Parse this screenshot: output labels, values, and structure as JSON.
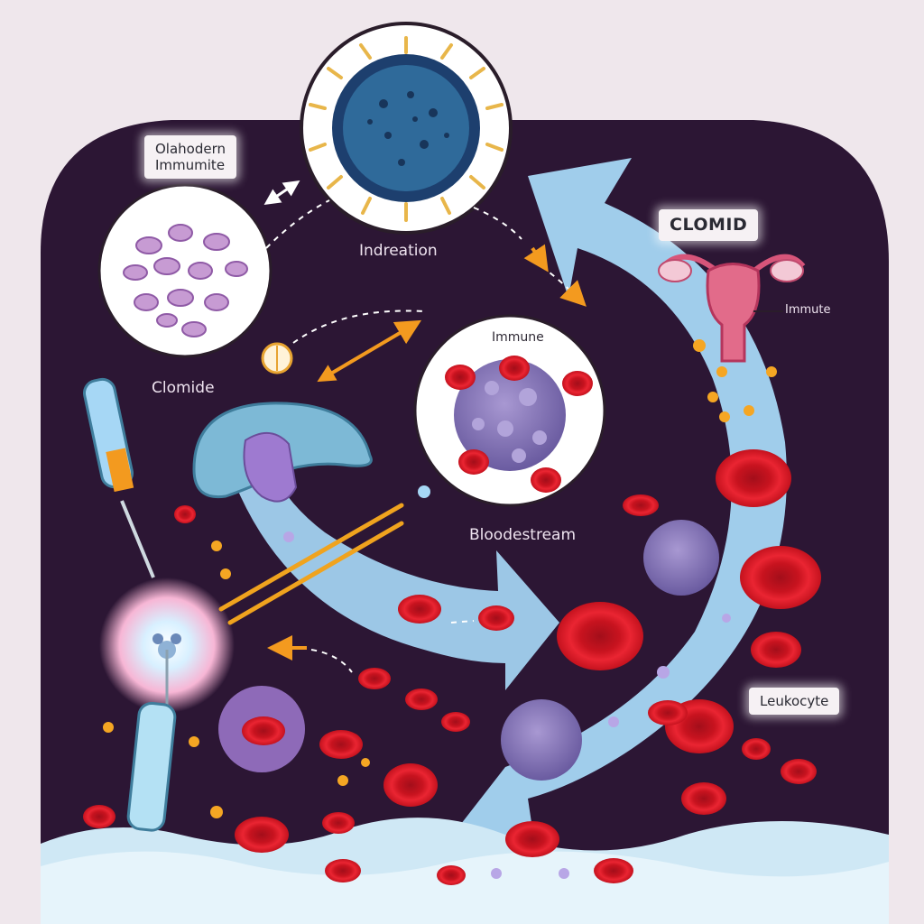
{
  "labels": {
    "top_tag_line1": "Olahodern",
    "top_tag_line2": "Immumite",
    "indreation": "Indreation",
    "clomide": "Clomide",
    "immune_inner": "Immune",
    "bloodstream": "Bloodestream",
    "clomid_tag": "CLOMID",
    "immute": "Immute",
    "leukocyte_tag": "Leukocyte"
  },
  "icons": [
    "virus-icon",
    "red-cell-cluster-icon",
    "pill-icon",
    "syringe-icon",
    "stomach-icon",
    "uterus-icon",
    "immune-cell-icon",
    "tweezers-icon",
    "vial-icon",
    "red-blood-cell-icon",
    "leukocyte-icon"
  ],
  "colors": {
    "background": "#efe7ec",
    "panel": "#2c1634",
    "flow_arrow": "#a6d7f5",
    "red_blood_cell": "#e11f2c",
    "immune_cell": "#8a78b8",
    "virus": "#2f6a9a",
    "accent_orange": "#f39a1f"
  }
}
